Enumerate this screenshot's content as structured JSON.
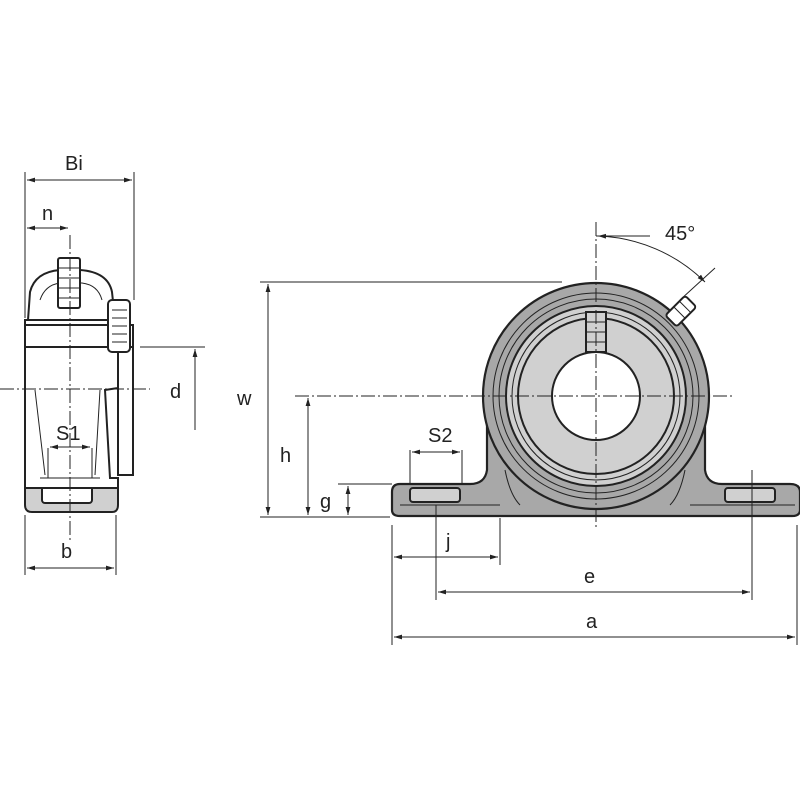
{
  "drawing": {
    "labels": {
      "Bi": "Bi",
      "n": "n",
      "d": "d",
      "S1": "S1",
      "b": "b",
      "w": "w",
      "h": "h",
      "g": "g",
      "S2": "S2",
      "j": "j",
      "e": "e",
      "a": "a",
      "angle": "45°"
    },
    "colors": {
      "line": "#222222",
      "housing_fill": "#a8a8a8",
      "insert_fill": "#d0d0d0",
      "background": "#ffffff"
    }
  }
}
